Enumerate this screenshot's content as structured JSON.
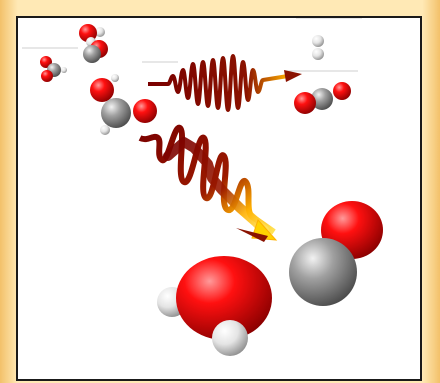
{
  "scene": {
    "background_color": "#ffffff",
    "frame_color": "#1a1a1a",
    "outer_background": "#ffe9b5",
    "colors": {
      "oxygen": "#e00000",
      "carbon": "#8c8c8c",
      "hydrogen": "#e6e6e6",
      "pulse_dark": "#7a0000",
      "pulse_light": "#ffd200"
    },
    "objects": [
      "water-molecule-small",
      "carbon-monoxide-molecule-small",
      "formic-acid-molecule",
      "hydrogen-molecule",
      "carbon-dioxide-molecule",
      "light-pulse-horizontal",
      "light-pulse-diagonal",
      "water-molecule-large",
      "carbon-monoxide-molecule-large"
    ]
  }
}
